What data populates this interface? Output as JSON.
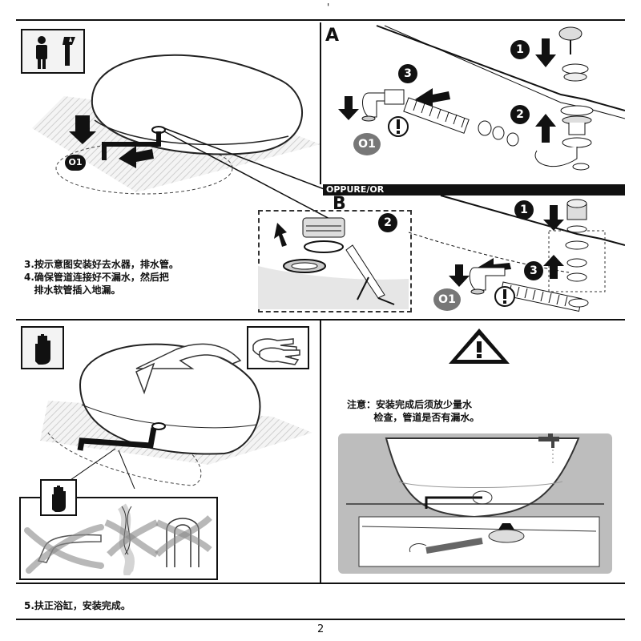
{
  "top_mark": "'",
  "panel_a": {
    "letter": "A",
    "callout_1": "1",
    "callout_2": "2",
    "callout_3": "3",
    "part_o1": "O1"
  },
  "panel_divider_label": "OPPURE/OR",
  "panel_b": {
    "letter": "B",
    "callout_1": "1",
    "callout_2": "2",
    "callout_3": "3",
    "part_o1": "O1"
  },
  "overview_part_o1": "O1",
  "steps_3_4": "3.按示意图安装好去水器，排水管。\n4.确保管道连接好不漏水，然后把\n   排水软管插入地漏。",
  "warning": {
    "text": "注意：安装完成后须放少量水\n        检查，管道是否有漏水。"
  },
  "step_5": "5.扶正浴缸，安装完成。",
  "page_number": "2",
  "icons": [
    "person-icon",
    "wrench-icon",
    "hand-icon",
    "gloves-icon",
    "warning-icon",
    "faucet-icon"
  ]
}
